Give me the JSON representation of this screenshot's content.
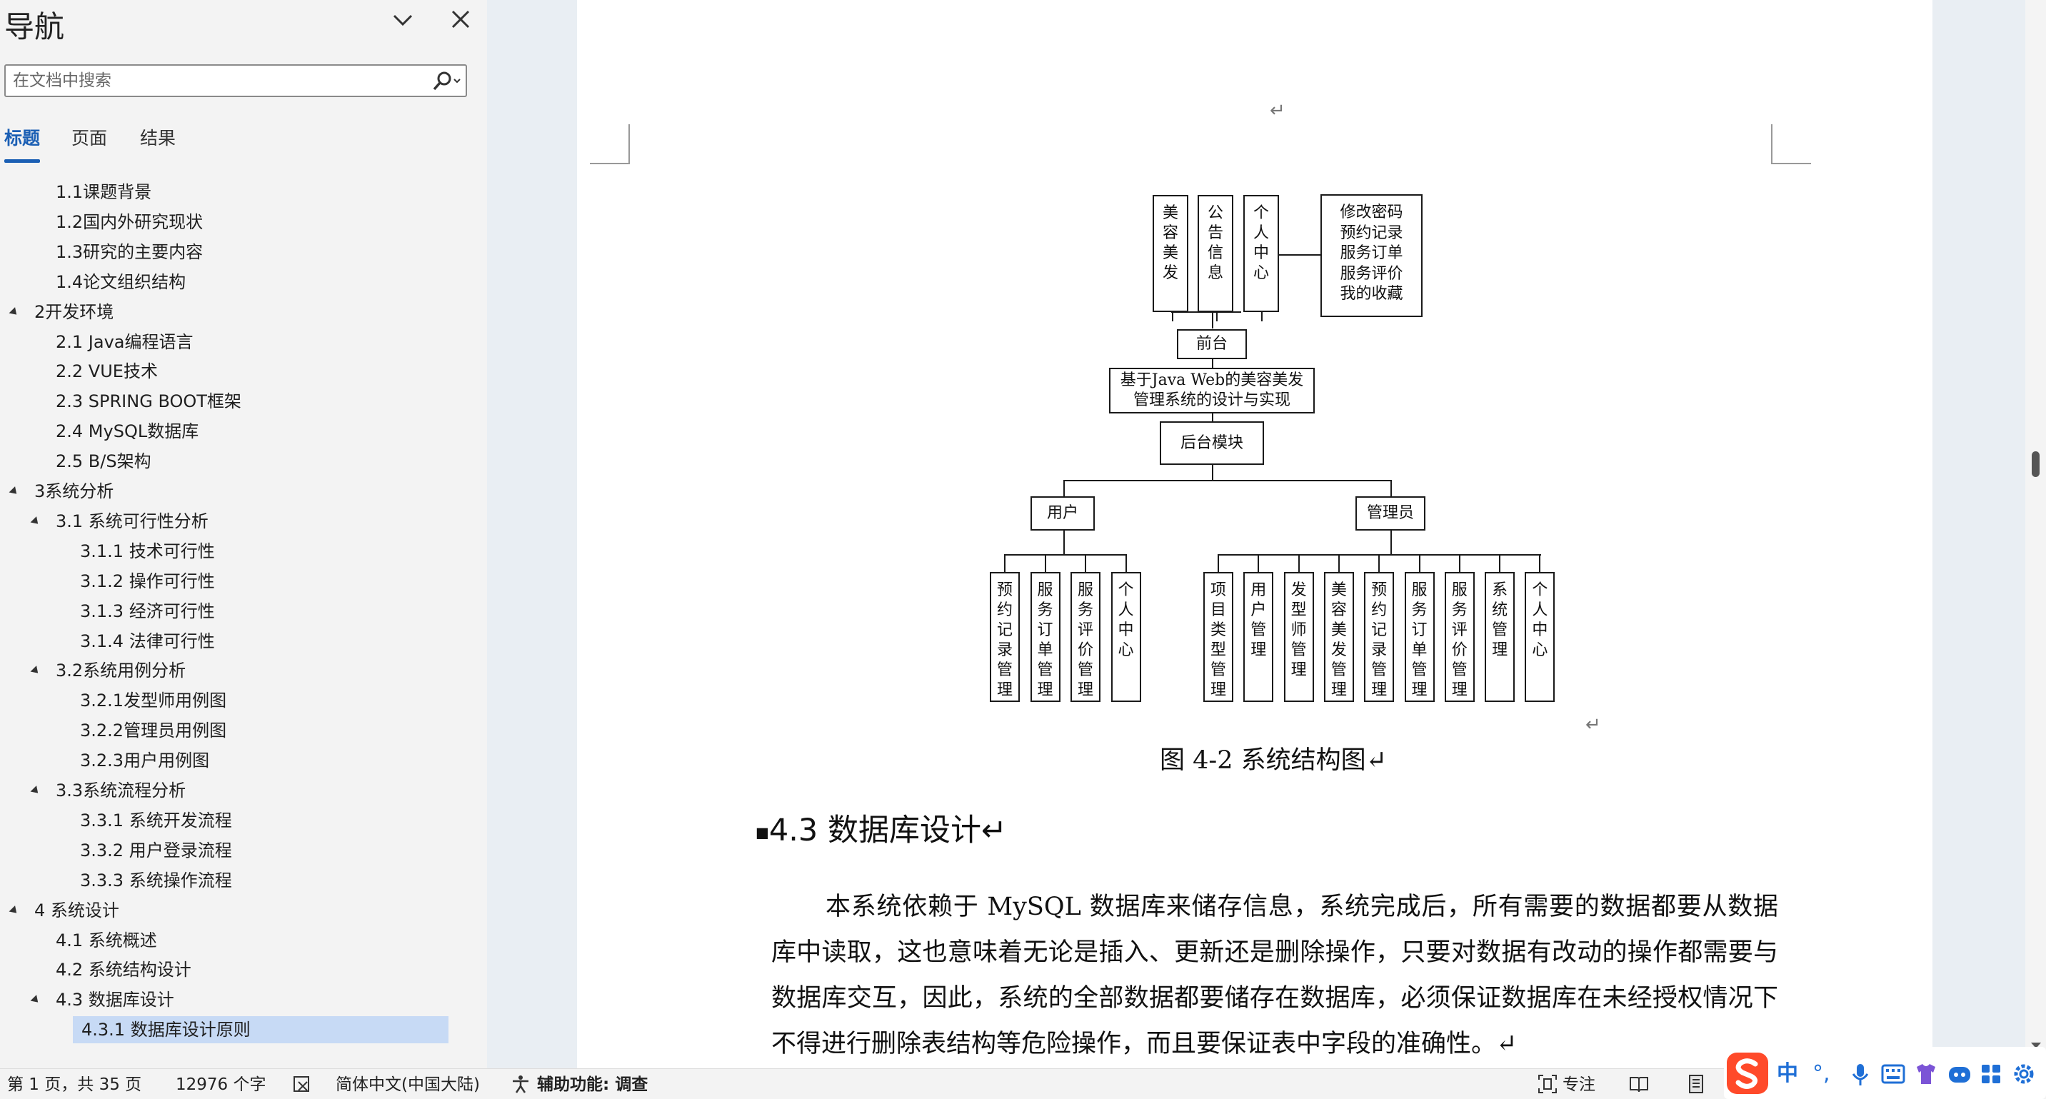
{
  "nav": {
    "title": "导航",
    "search_placeholder": "在文档中搜索",
    "tabs": [
      "标题",
      "页面",
      "结果"
    ],
    "active_tab": "标题",
    "tree": [
      {
        "label": "1.1课题背景",
        "level": 2,
        "expanded": null
      },
      {
        "label": "1.2国内外研究现状",
        "level": 2,
        "expanded": null
      },
      {
        "label": "1.3研究的主要内容",
        "level": 2,
        "expanded": null
      },
      {
        "label": "1.4论文组织结构",
        "level": 2,
        "expanded": null
      },
      {
        "label": "2开发环境",
        "level": 1,
        "expanded": true
      },
      {
        "label": "2.1 Java编程语言",
        "level": 2,
        "expanded": null
      },
      {
        "label": "2.2 VUE技术",
        "level": 2,
        "expanded": null
      },
      {
        "label": "2.3 SPRING BOOT框架",
        "level": 2,
        "expanded": null
      },
      {
        "label": "2.4 MySQL数据库",
        "level": 2,
        "expanded": null
      },
      {
        "label": "2.5 B/S架构",
        "level": 2,
        "expanded": null
      },
      {
        "label": "3系统分析",
        "level": 1,
        "expanded": true
      },
      {
        "label": "3.1 系统可行性分析",
        "level": 2,
        "expanded": true
      },
      {
        "label": "3.1.1 技术可行性",
        "level": 3,
        "expanded": null
      },
      {
        "label": "3.1.2 操作可行性",
        "level": 3,
        "expanded": null
      },
      {
        "label": "3.1.3 经济可行性",
        "level": 3,
        "expanded": null
      },
      {
        "label": "3.1.4 法律可行性",
        "level": 3,
        "expanded": null
      },
      {
        "label": "3.2系统用例分析",
        "level": 2,
        "expanded": true
      },
      {
        "label": "3.2.1发型师用例图",
        "level": 3,
        "expanded": null
      },
      {
        "label": "3.2.2管理员用例图",
        "level": 3,
        "expanded": null
      },
      {
        "label": "3.2.3用户用例图",
        "level": 3,
        "expanded": null
      },
      {
        "label": "3.3系统流程分析",
        "level": 2,
        "expanded": true
      },
      {
        "label": "3.3.1 系统开发流程",
        "level": 3,
        "expanded": null
      },
      {
        "label": "3.3.2 用户登录流程",
        "level": 3,
        "expanded": null
      },
      {
        "label": "3.3.3 系统操作流程",
        "level": 3,
        "expanded": null
      },
      {
        "label": "4 系统设计",
        "level": 1,
        "expanded": true
      },
      {
        "label": "4.1 系统概述",
        "level": 2,
        "expanded": null
      },
      {
        "label": "4.2 系统结构设计",
        "level": 2,
        "expanded": null
      },
      {
        "label": "4.3 数据库设计",
        "level": 2,
        "expanded": true
      },
      {
        "label": "4.3.1 数据库设计原则",
        "level": 3,
        "expanded": null,
        "selected": true
      }
    ]
  },
  "document": {
    "return_mark": "↵",
    "diagram": {
      "front_modules": [
        "美容美发",
        "公告信息",
        "个人中心"
      ],
      "personal_center_items": [
        "修改密码",
        "预约记录",
        "服务订单",
        "服务评价",
        "我的收藏"
      ],
      "front_label": "前台",
      "root_label": [
        "基于Java Web的美容美发",
        "管理系统的设计与实现"
      ],
      "backend_label": "后台模块",
      "user_label": "用户",
      "admin_label": "管理员",
      "user_modules": [
        "预约记录管理",
        "服务订单管理",
        "服务评价管理",
        "个人中心"
      ],
      "admin_modules": [
        "项目类型管理",
        "用户管理",
        "发型师管理",
        "美容美发管理",
        "预约记录管理",
        "服务订单管理",
        "服务评价管理",
        "系统管理",
        "个人中心"
      ]
    },
    "figure_caption": "图 4-2  系统结构图↵",
    "section_heading": "4.3  数据库设计↵",
    "paragraph": "本系统依赖于 MySQL 数据库来储存信息，系统完成后，所有需要的数据都要从数据库中读取，这也意味着无论是插入、更新还是删除操作，只要对数据有改动的操作都需要与数据库交互，因此，系统的全部数据都要储存在数据库，必须保证数据库在未经授权情况下不得进行删除表结构等危险操作，而且要保证表中字段的准确性。↵"
  },
  "status_bar": {
    "page_info": "第 1 页，共 35 页",
    "word_count": "12976 个字",
    "language": "简体中文(中国大陆)",
    "accessibility": "辅助功能: 调查",
    "focus": "专注"
  },
  "ime": {
    "mode": "中",
    "punct": "°,"
  }
}
